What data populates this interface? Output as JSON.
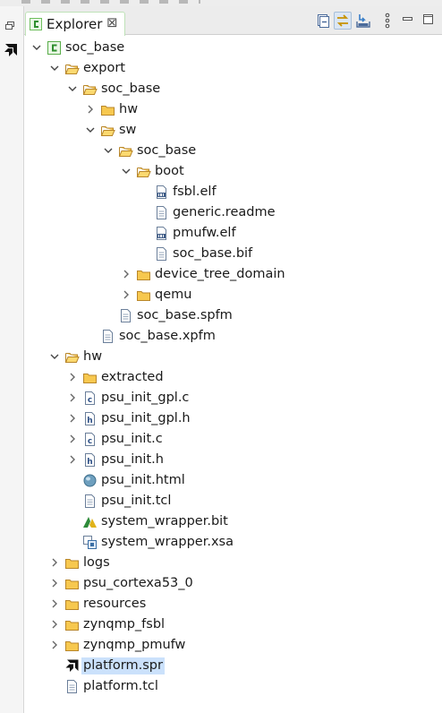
{
  "window": {
    "tab_label": "Explorer",
    "close_glyph": "⊠",
    "colors": {
      "tab_border": "#bfe2b8",
      "selection": "#cbe1fb",
      "folder": "#f7c84f"
    }
  },
  "toolbar": {
    "buttons": [
      {
        "name": "collapse-all-button",
        "icon": "collapse-all-icon"
      },
      {
        "name": "link-with-editor-button",
        "icon": "link-with-editor-icon",
        "active": true
      },
      {
        "name": "import-button",
        "icon": "import-icon"
      },
      {
        "name": "view-menu-button",
        "icon": "vertical-ellipsis-icon"
      },
      {
        "name": "minimize-button",
        "icon": "minimize-icon"
      },
      {
        "name": "maximize-button",
        "icon": "maximize-icon"
      }
    ]
  },
  "tree": [
    {
      "label": "soc_base",
      "depth": 0,
      "icon": "platform-project",
      "expand": "open"
    },
    {
      "label": "export",
      "depth": 1,
      "icon": "folder-open",
      "expand": "open"
    },
    {
      "label": "soc_base",
      "depth": 2,
      "icon": "folder-open",
      "expand": "open"
    },
    {
      "label": "hw",
      "depth": 3,
      "icon": "folder",
      "expand": "closed"
    },
    {
      "label": "sw",
      "depth": 3,
      "icon": "folder-open",
      "expand": "open"
    },
    {
      "label": "soc_base",
      "depth": 4,
      "icon": "folder-open",
      "expand": "open"
    },
    {
      "label": "boot",
      "depth": 5,
      "icon": "folder-open",
      "expand": "open"
    },
    {
      "label": "fsbl.elf",
      "depth": 6,
      "icon": "binary-file",
      "expand": "none"
    },
    {
      "label": "generic.readme",
      "depth": 6,
      "icon": "text-file",
      "expand": "none"
    },
    {
      "label": "pmufw.elf",
      "depth": 6,
      "icon": "binary-file",
      "expand": "none"
    },
    {
      "label": "soc_base.bif",
      "depth": 6,
      "icon": "text-file",
      "expand": "none"
    },
    {
      "label": "device_tree_domain",
      "depth": 5,
      "icon": "folder",
      "expand": "closed"
    },
    {
      "label": "qemu",
      "depth": 5,
      "icon": "folder",
      "expand": "closed"
    },
    {
      "label": "soc_base.spfm",
      "depth": 4,
      "icon": "text-file",
      "expand": "none"
    },
    {
      "label": "soc_base.xpfm",
      "depth": 3,
      "icon": "text-file",
      "expand": "none"
    },
    {
      "label": "hw",
      "depth": 1,
      "icon": "folder-open",
      "expand": "open"
    },
    {
      "label": "extracted",
      "depth": 2,
      "icon": "folder",
      "expand": "closed"
    },
    {
      "label": "psu_init_gpl.c",
      "depth": 2,
      "icon": "c-file",
      "expand": "closed",
      "letter": "c"
    },
    {
      "label": "psu_init_gpl.h",
      "depth": 2,
      "icon": "h-file",
      "expand": "closed",
      "letter": "h"
    },
    {
      "label": "psu_init.c",
      "depth": 2,
      "icon": "c-file",
      "expand": "closed",
      "letter": "c"
    },
    {
      "label": "psu_init.h",
      "depth": 2,
      "icon": "h-file",
      "expand": "closed",
      "letter": "h"
    },
    {
      "label": "psu_init.html",
      "depth": 2,
      "icon": "html-file",
      "expand": "none"
    },
    {
      "label": "psu_init.tcl",
      "depth": 2,
      "icon": "text-file",
      "expand": "none"
    },
    {
      "label": "system_wrapper.bit",
      "depth": 2,
      "icon": "bitstream-file",
      "expand": "none"
    },
    {
      "label": "system_wrapper.xsa",
      "depth": 2,
      "icon": "xsa-file",
      "expand": "none"
    },
    {
      "label": "logs",
      "depth": 1,
      "icon": "folder",
      "expand": "closed"
    },
    {
      "label": "psu_cortexa53_0",
      "depth": 1,
      "icon": "folder",
      "expand": "closed"
    },
    {
      "label": "resources",
      "depth": 1,
      "icon": "folder",
      "expand": "closed"
    },
    {
      "label": "zynqmp_fsbl",
      "depth": 1,
      "icon": "folder",
      "expand": "closed"
    },
    {
      "label": "zynqmp_pmufw",
      "depth": 1,
      "icon": "folder",
      "expand": "closed"
    },
    {
      "label": "platform.spr",
      "depth": 1,
      "icon": "amd-file",
      "expand": "none",
      "selected": true
    },
    {
      "label": "platform.tcl",
      "depth": 1,
      "icon": "text-file",
      "expand": "none"
    }
  ]
}
